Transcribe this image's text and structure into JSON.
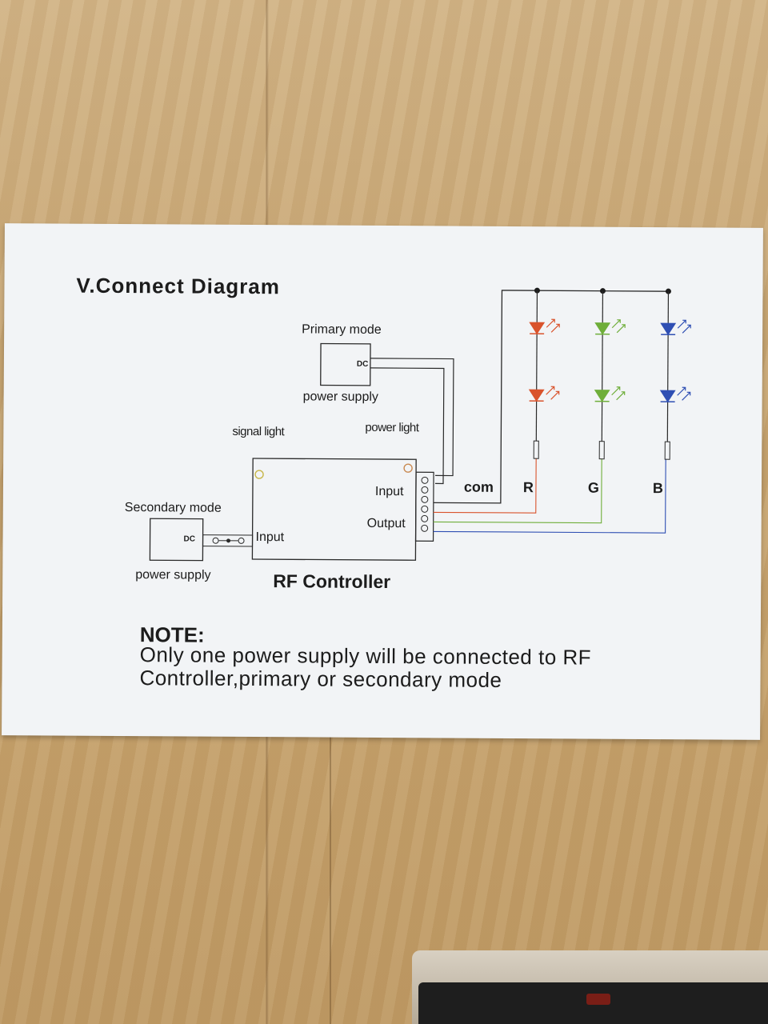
{
  "title": "V.Connect  Diagram",
  "primary": {
    "mode": "Primary mode",
    "dc": "DC",
    "supply": "power supply"
  },
  "secondary": {
    "mode": "Secondary mode",
    "dc": "DC",
    "supply": "power supply"
  },
  "controller": {
    "name": "RF Controller",
    "signal_light": "signal light",
    "power_light": "power light",
    "input_left": "Input",
    "input_right": "Input",
    "output": "Output"
  },
  "channels": {
    "com": "com",
    "r": "R",
    "g": "G",
    "b": "B"
  },
  "colors": {
    "red": "#d9532c",
    "green": "#6fae3a",
    "blue": "#2f4fb3",
    "line": "#2a2a2a"
  },
  "note": {
    "heading": "NOTE:",
    "body": "Only one power supply will be connected to RF Controller,primary or secondary mode"
  }
}
